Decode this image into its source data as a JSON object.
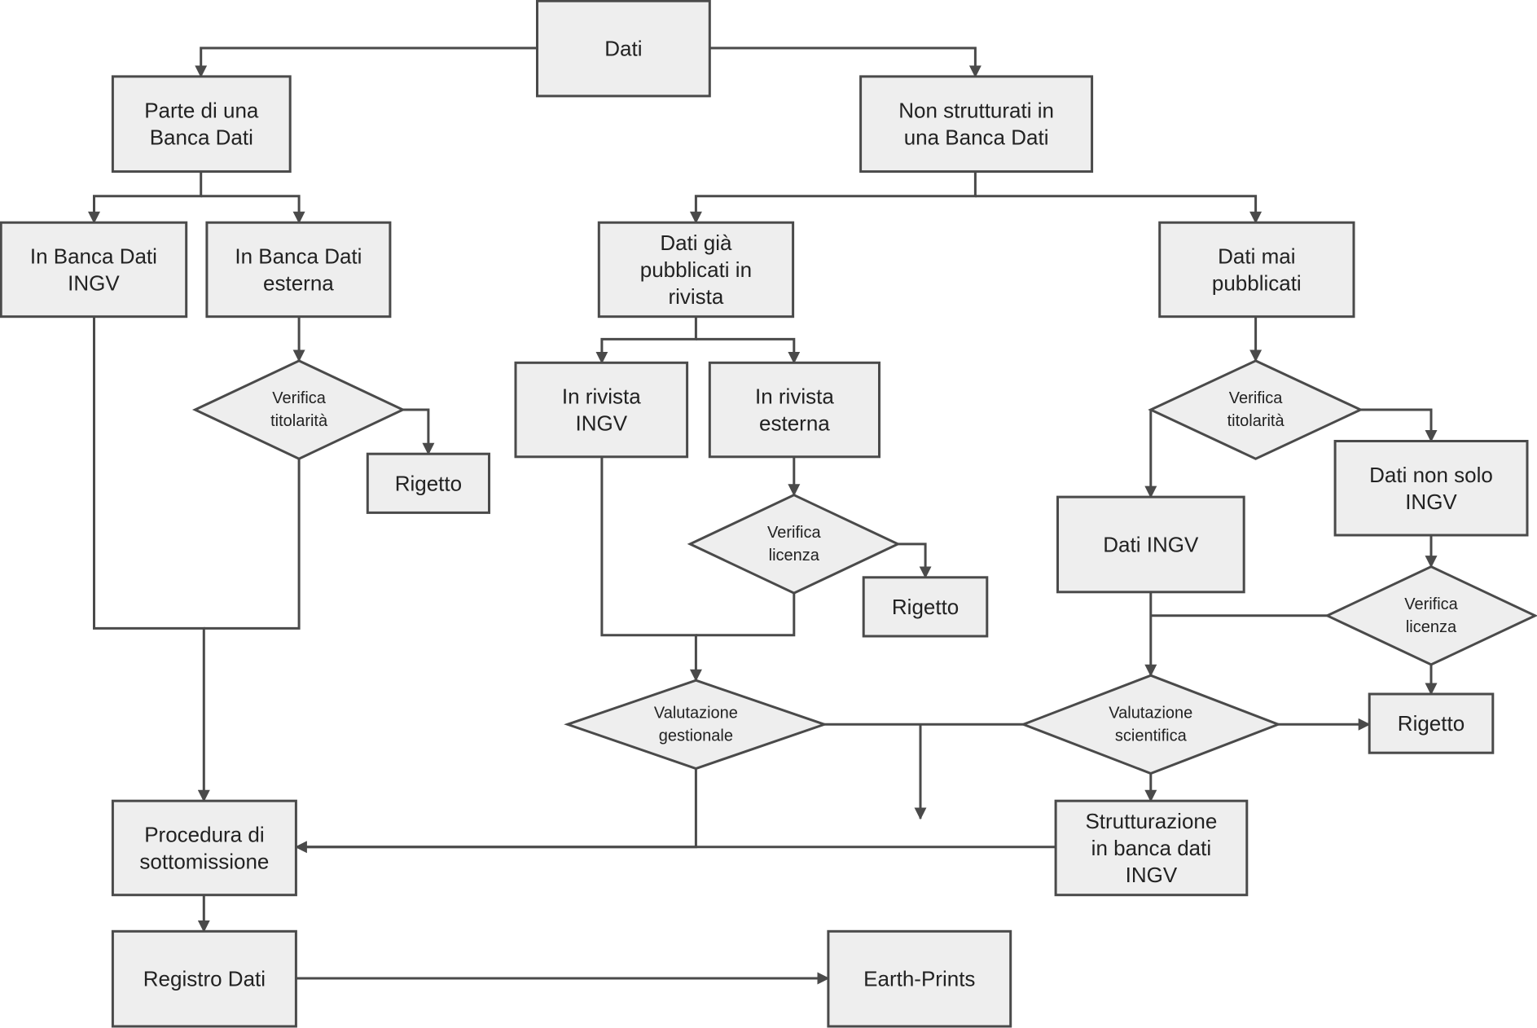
{
  "diagram": {
    "nodes": {
      "dati": {
        "shape": "box",
        "lines": [
          "Dati"
        ]
      },
      "parte_banca": {
        "shape": "box",
        "lines": [
          "Parte di una",
          "Banca Dati"
        ]
      },
      "non_strutturati": {
        "shape": "box",
        "lines": [
          "Non strutturati in",
          "una Banca Dati"
        ]
      },
      "banca_ingv": {
        "shape": "box",
        "lines": [
          "In Banca Dati",
          "INGV"
        ]
      },
      "banca_esterna": {
        "shape": "box",
        "lines": [
          "In Banca Dati",
          "esterna"
        ]
      },
      "gia_pubblicati": {
        "shape": "box",
        "lines": [
          "Dati già",
          "pubblicati in",
          "rivista"
        ]
      },
      "mai_pubblicati": {
        "shape": "box",
        "lines": [
          "Dati mai",
          "pubblicati"
        ]
      },
      "verifica_titolarita_1": {
        "shape": "decision",
        "lines": [
          "Verifica",
          "titolarità"
        ]
      },
      "rigetto_1": {
        "shape": "box",
        "lines": [
          "Rigetto"
        ]
      },
      "rivista_ingv": {
        "shape": "box",
        "lines": [
          "In rivista",
          "INGV"
        ]
      },
      "rivista_esterna": {
        "shape": "box",
        "lines": [
          "In rivista",
          "esterna"
        ]
      },
      "verifica_licenza_1": {
        "shape": "decision",
        "lines": [
          "Verifica",
          "licenza"
        ]
      },
      "rigetto_2": {
        "shape": "box",
        "lines": [
          "Rigetto"
        ]
      },
      "verifica_titolarita_2": {
        "shape": "decision",
        "lines": [
          "Verifica",
          "titolarità"
        ]
      },
      "dati_non_solo": {
        "shape": "box",
        "lines": [
          "Dati non solo",
          "INGV"
        ]
      },
      "dati_ingv": {
        "shape": "box",
        "lines": [
          "Dati INGV"
        ]
      },
      "verifica_licenza_2": {
        "shape": "decision",
        "lines": [
          "Verifica",
          "licenza"
        ]
      },
      "valutazione_gestionale": {
        "shape": "decision",
        "lines": [
          "Valutazione",
          "gestionale"
        ]
      },
      "valutazione_scientifica": {
        "shape": "decision",
        "lines": [
          "Valutazione",
          "scientifica"
        ]
      },
      "rigetto_3": {
        "shape": "box",
        "lines": [
          "Rigetto"
        ]
      },
      "procedura": {
        "shape": "box",
        "lines": [
          "Procedura di",
          "sottomissione"
        ]
      },
      "strutturazione": {
        "shape": "box",
        "lines": [
          "Strutturazione",
          "in banca dati",
          "INGV"
        ]
      },
      "registro": {
        "shape": "box",
        "lines": [
          "Registro Dati"
        ]
      },
      "earth_prints": {
        "shape": "box",
        "lines": [
          "Earth-Prints"
        ]
      }
    },
    "edges": [
      {
        "from": "dati",
        "to": "parte_banca"
      },
      {
        "from": "dati",
        "to": "non_strutturati"
      },
      {
        "from": "parte_banca",
        "to": "banca_ingv"
      },
      {
        "from": "parte_banca",
        "to": "banca_esterna"
      },
      {
        "from": "banca_esterna",
        "to": "verifica_titolarita_1"
      },
      {
        "from": "verifica_titolarita_1",
        "to": "rigetto_1"
      },
      {
        "from": "banca_ingv",
        "to": "procedura"
      },
      {
        "from": "verifica_titolarita_1",
        "to": "procedura"
      },
      {
        "from": "non_strutturati",
        "to": "gia_pubblicati"
      },
      {
        "from": "non_strutturati",
        "to": "mai_pubblicati"
      },
      {
        "from": "gia_pubblicati",
        "to": "rivista_ingv"
      },
      {
        "from": "gia_pubblicati",
        "to": "rivista_esterna"
      },
      {
        "from": "rivista_esterna",
        "to": "verifica_licenza_1"
      },
      {
        "from": "verifica_licenza_1",
        "to": "rigetto_2"
      },
      {
        "from": "rivista_ingv",
        "to": "valutazione_gestionale"
      },
      {
        "from": "verifica_licenza_1",
        "to": "valutazione_gestionale"
      },
      {
        "from": "mai_pubblicati",
        "to": "verifica_titolarita_2"
      },
      {
        "from": "verifica_titolarita_2",
        "to": "dati_ingv"
      },
      {
        "from": "verifica_titolarita_2",
        "to": "dati_non_solo"
      },
      {
        "from": "dati_non_solo",
        "to": "verifica_licenza_2"
      },
      {
        "from": "verifica_licenza_2",
        "to": "rigetto_3"
      },
      {
        "from": "verifica_licenza_2",
        "to": "valutazione_scientifica"
      },
      {
        "from": "dati_ingv",
        "to": "valutazione_scientifica"
      },
      {
        "from": "valutazione_scientifica",
        "to": "rigetto_3"
      },
      {
        "from": "valutazione_scientifica",
        "to": "strutturazione"
      },
      {
        "from": "valutazione_gestionale",
        "to": "procedura"
      },
      {
        "from": "valutazione_gestionale",
        "to": "earth_prints"
      },
      {
        "from": "strutturazione",
        "to": "procedura"
      },
      {
        "from": "procedura",
        "to": "registro"
      },
      {
        "from": "registro",
        "to": "earth_prints"
      }
    ]
  }
}
